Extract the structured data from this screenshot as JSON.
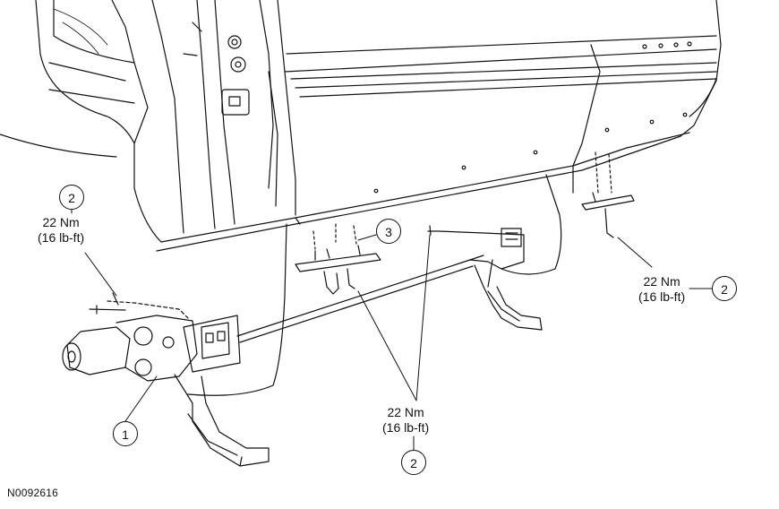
{
  "figure": {
    "id": "N0092616"
  },
  "callouts": {
    "c1": {
      "number": "1"
    },
    "c2_left": {
      "number": "2",
      "torque_nm": "22 Nm",
      "torque_lbft": "(16 lb-ft)"
    },
    "c3": {
      "number": "3"
    },
    "c2_center": {
      "number": "2",
      "torque_nm": "22 Nm",
      "torque_lbft": "(16 lb-ft)"
    },
    "c2_right": {
      "number": "2",
      "torque_nm": "22 Nm",
      "torque_lbft": "(16 lb-ft)"
    }
  },
  "colors": {
    "line": "#111111",
    "background": "#ffffff"
  }
}
